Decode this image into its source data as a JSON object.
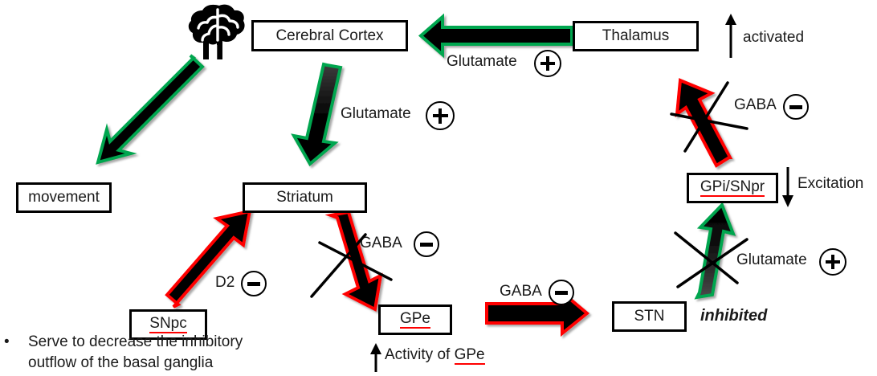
{
  "title": "Basal Ganglia Indirect Pathway Diagram",
  "colors": {
    "excitatory": "#00a650",
    "inhibitory": "#ff0000",
    "arrow_fill": "#000000",
    "text": "#1a1a1a",
    "box_border": "#000000",
    "spellcheck_underline": "#ff0000"
  },
  "nodes": [
    {
      "id": "cerebral_cortex",
      "label": "Cerebral Cortex",
      "underlined": false
    },
    {
      "id": "thalamus",
      "label": "Thalamus",
      "underlined": false
    },
    {
      "id": "movement",
      "label": "movement",
      "underlined": false
    },
    {
      "id": "striatum",
      "label": "Striatum",
      "underlined": false
    },
    {
      "id": "snpc",
      "label": "SNpc",
      "underlined": true
    },
    {
      "id": "gpe",
      "label": "GPe",
      "underlined": true
    },
    {
      "id": "stn",
      "label": "STN",
      "underlined": false
    },
    {
      "id": "gpi_snpr",
      "label": "GPi/SNpr",
      "underlined": true
    }
  ],
  "icons": {
    "brain": "brain-icon"
  },
  "edge_labels": {
    "thalamus_to_cortex": {
      "neurotransmitter": "Glutamate",
      "sign": "+"
    },
    "cortex_to_striatum": {
      "neurotransmitter": "Glutamate",
      "sign": "+"
    },
    "striatum_to_gpe": {
      "neurotransmitter": "GABA",
      "sign": "-"
    },
    "gpe_to_stn": {
      "neurotransmitter": "GABA",
      "sign": "-"
    },
    "stn_to_gpi": {
      "neurotransmitter": "Glutamate",
      "sign": "+"
    },
    "gpi_to_thalamus": {
      "neurotransmitter": "GABA",
      "sign": "-"
    },
    "snpc_to_striatum": {
      "receptor": "D2",
      "sign": "-"
    }
  },
  "annotations": {
    "activated": "activated",
    "excitation": "Excitation",
    "inhibited": "inhibited",
    "activity_of_gpe_prefix": "Activity of ",
    "activity_of_gpe_term": "GPe"
  },
  "bullet": {
    "marker": "•",
    "text": "Serve to decrease the inhibitory\noutflow of the basal ganglia"
  }
}
